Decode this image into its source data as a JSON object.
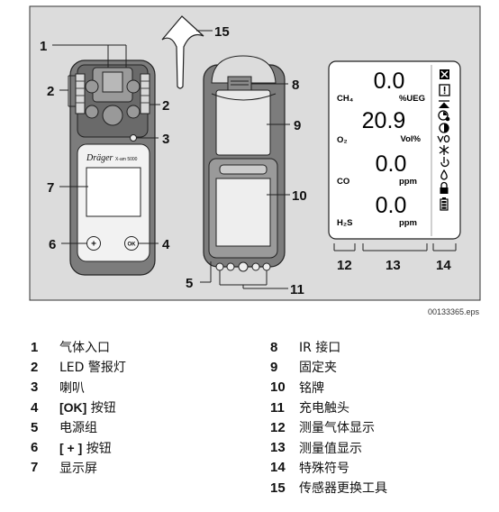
{
  "figure_id": "00133365.eps",
  "callouts": [
    "1",
    "2",
    "2",
    "3",
    "7",
    "6",
    "4",
    "15",
    "8",
    "9",
    "10",
    "5",
    "11",
    "12",
    "13",
    "14"
  ],
  "device": {
    "brand": "Dräger",
    "model": "X-am 5000",
    "ok_button": "OK",
    "plus_button": "+"
  },
  "display": {
    "rows": [
      {
        "gas": "CH₄",
        "value": "0.0",
        "unit": "%UEG"
      },
      {
        "gas": "O₂",
        "value": "20.9",
        "unit": "Vol%"
      },
      {
        "gas": "CO",
        "value": "0.0",
        "unit": "ppm"
      },
      {
        "gas": "H₂S",
        "value": "0.0",
        "unit": "ppm"
      }
    ],
    "symbols": [
      "error-box-icon",
      "warning-box-icon",
      "peak-icon",
      "clock-ppm-icon",
      "half-circle-icon",
      "check-zero-icon",
      "fan-icon",
      "pump-icon",
      "drop-icon",
      "lock-icon",
      "battery-icon"
    ]
  },
  "legend_left": [
    {
      "num": "1",
      "pre": "",
      "bold": "",
      "post": "气体入口"
    },
    {
      "num": "2",
      "pre": "LED 警报灯",
      "bold": "",
      "post": ""
    },
    {
      "num": "3",
      "pre": "喇叭",
      "bold": "",
      "post": ""
    },
    {
      "num": "4",
      "pre": "",
      "bold": "[OK]",
      "post": " 按钮"
    },
    {
      "num": "5",
      "pre": "电源组",
      "bold": "",
      "post": ""
    },
    {
      "num": "6",
      "pre": "",
      "bold": "[ + ]",
      "post": " 按钮"
    },
    {
      "num": "7",
      "pre": "显示屏",
      "bold": "",
      "post": ""
    }
  ],
  "legend_right": [
    {
      "num": "8",
      "pre": "IR 接口",
      "bold": "",
      "post": ""
    },
    {
      "num": "9",
      "pre": "固定夹",
      "bold": "",
      "post": ""
    },
    {
      "num": "10",
      "pre": "铭牌",
      "bold": "",
      "post": ""
    },
    {
      "num": "11",
      "pre": "充电触头",
      "bold": "",
      "post": ""
    },
    {
      "num": "12",
      "pre": "测量气体显示",
      "bold": "",
      "post": ""
    },
    {
      "num": "13",
      "pre": "测量值显示",
      "bold": "",
      "post": ""
    },
    {
      "num": "14",
      "pre": "特殊符号",
      "bold": "",
      "post": ""
    },
    {
      "num": "15",
      "pre": "传感器更换工具",
      "bold": "",
      "post": ""
    }
  ]
}
